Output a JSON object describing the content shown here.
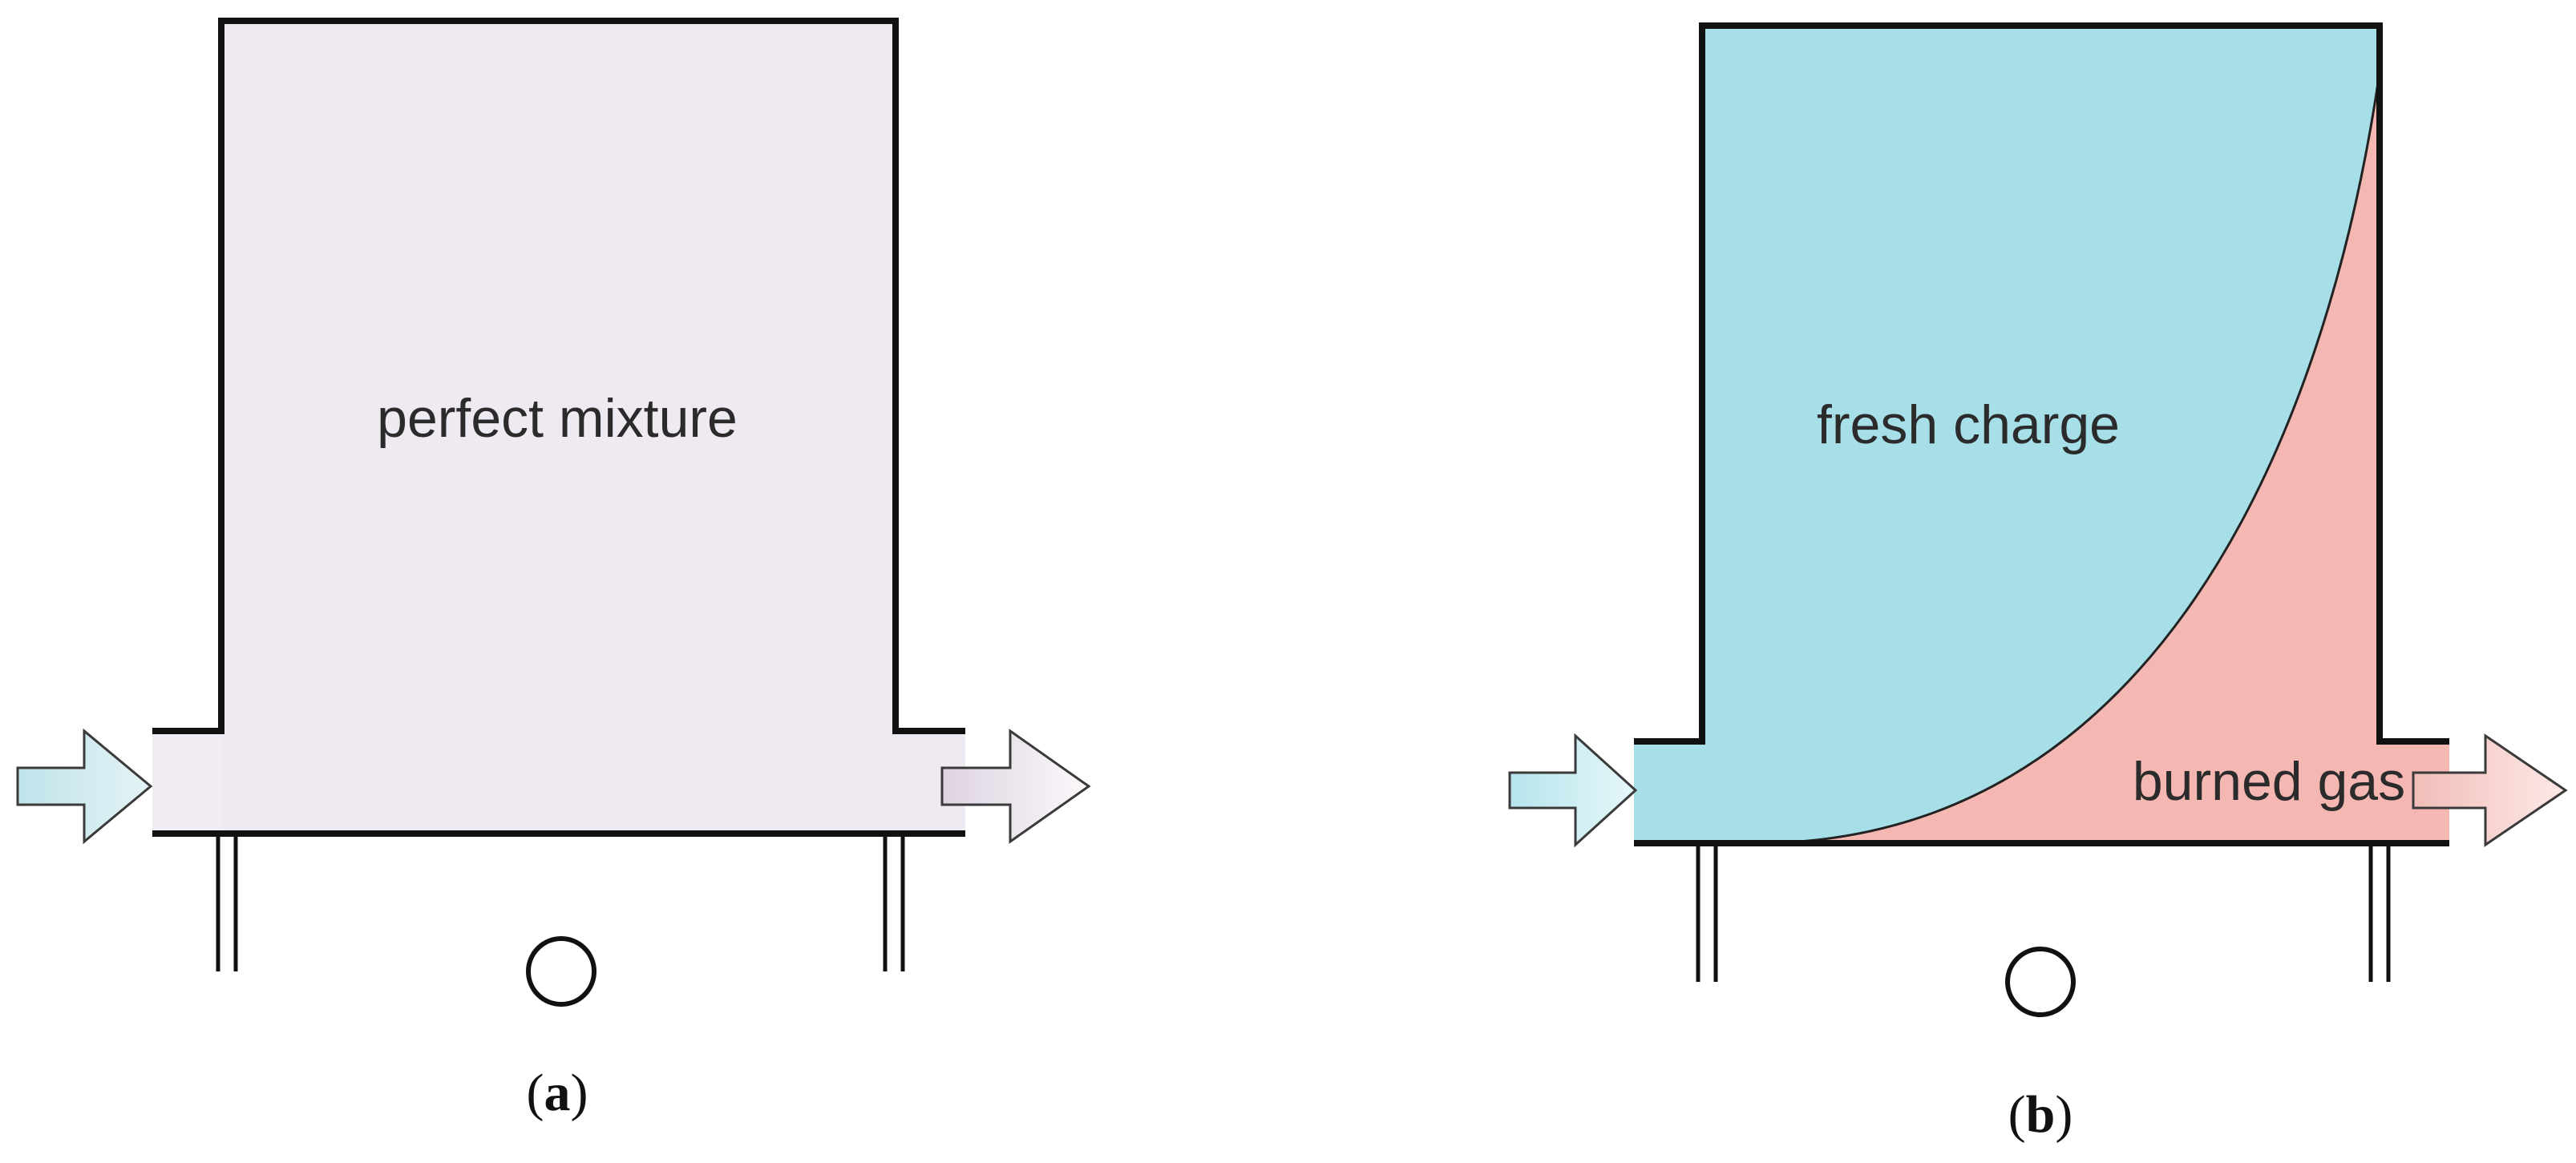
{
  "panel_a": {
    "region_label": "perfect mixture",
    "caption_letter": "a",
    "colors": {
      "fill": "#efe9f2",
      "inlet_arrow": "#bfe3ea",
      "outlet_arrow": "#f2ebf2"
    }
  },
  "panel_b": {
    "fresh_label": "fresh charge",
    "burned_label": "burned gas",
    "caption_letter": "b",
    "colors": {
      "fresh": "#a6dfe8",
      "burned": "#f4b7b2",
      "inlet_arrow": "#c7ecf0",
      "outlet_arrow": "#f8d6d2"
    }
  }
}
